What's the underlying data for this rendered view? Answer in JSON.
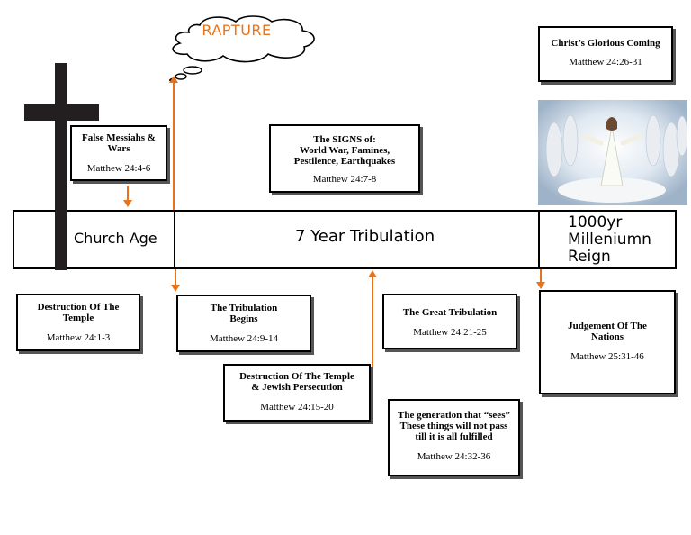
{
  "accent_color": "#e8731a",
  "rapture_label": "RAPTURE",
  "timeline": {
    "church_age": "Church Age",
    "tribulation": "7 Year Tribulation",
    "millennium": "1000yr\nMilleniumn\nReign"
  },
  "boxes": {
    "false_messiahs": {
      "title": "False Messiahs &\nWars",
      "ref": "Matthew 24:4-6"
    },
    "signs": {
      "title": "The SIGNS of:\nWorld War, Famines,\nPestilence, Earthquakes",
      "ref": "Matthew 24:7-8"
    },
    "glorious_coming": {
      "title": "Christ’s Glorious Coming",
      "ref": "Matthew 24:26-31"
    },
    "destruction_temple": {
      "title": "Destruction  Of The\nTemple",
      "ref": "Matthew 24:1-3"
    },
    "tribulation_begins": {
      "title": "The Tribulation\nBegins",
      "ref": "Matthew 24:9-14"
    },
    "destruction_jewish": {
      "title": "Destruction  Of The Temple\n& Jewish Persecution",
      "ref": "Matthew 24:15-20"
    },
    "great_tribulation": {
      "title": "The Great Tribulation",
      "ref": "Matthew 24:21-25"
    },
    "generation": {
      "title": "The generation that “sees”\nThese things will not pass\ntill it is all fulfilled",
      "ref": "Matthew 24:32-36"
    },
    "judgement": {
      "title": "Judgement Of The\nNations",
      "ref": "Matthew 25:31-46"
    }
  }
}
